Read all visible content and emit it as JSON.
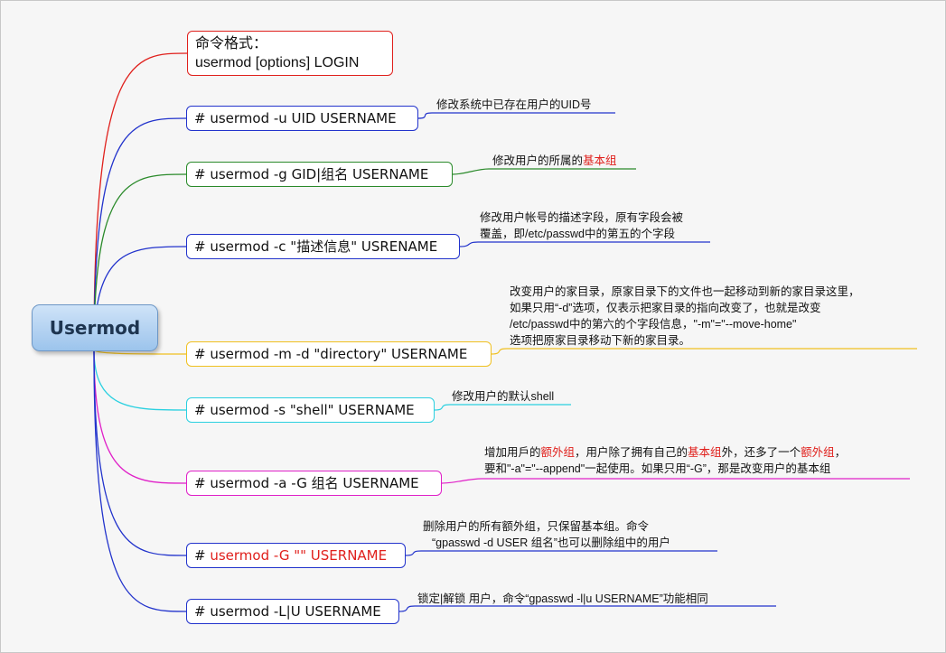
{
  "root": {
    "label": "Usermod"
  },
  "colors": {
    "red": "#e0201c",
    "blue": "#2233cc",
    "green": "#2a8a2a",
    "yellow": "#f0c020",
    "cyan": "#2ad0e0",
    "magenta": "#e020c8"
  },
  "format": {
    "line1": "命令格式：",
    "line2": "usermod [options] LOGIN"
  },
  "commands": [
    {
      "cmd": "# usermod -u UID USERNAME",
      "desc": [
        "修改系统中已存在用户的UID号"
      ]
    },
    {
      "cmd": "# usermod -g GID|组名 USERNAME",
      "desc_a": "修改用户的所属的",
      "desc_b": "基本组"
    },
    {
      "cmd": "# usermod -c \"描述信息\" USRENAME",
      "desc": [
        "修改用户帐号的描述字段，原有字段会被",
        "覆盖，即/etc/passwd中的第五的个字段"
      ]
    },
    {
      "cmd": "# usermod -m -d \"directory\" USERNAME",
      "desc": [
        "改变用户的家目录，原家目录下的文件也一起移动到新的家目录这里，",
        "如果只用“-d”选项，仅表示把家目录的指向改变了，也就是改变",
        "/etc/passwd中的第六的个字段信息，\"-m\"=\"--move-home\"",
        "选项把原家目录移动下新的家目录。"
      ]
    },
    {
      "cmd": "# usermod -s \"shell\" USERNAME",
      "desc": [
        "修改用户的默认shell"
      ]
    },
    {
      "cmd": "# usermod -a -G 组名 USERNAME",
      "desc_l1": [
        "增加用戶的",
        "额外组",
        "，用户除了拥有自己的",
        "基本组",
        "外，还多了一个",
        "额外组",
        "，"
      ],
      "desc_l2": "要和\"-a\"=\"--append\"一起使用。如果只用“-G”，那是改变用户的基本组"
    },
    {
      "cmd_prefix": "# ",
      "cmd_red": "usermod -G \"\" USERNAME",
      "desc": [
        "删除用户的所有额外组，只保留基本组。命令",
        "“gpasswd -d USER 组名”也可以删除组中的用户"
      ]
    },
    {
      "cmd": "# usermod -L|U USERNAME",
      "desc": [
        "锁定|解锁 用户，命令“gpasswd -l|u USERNAME”功能相同"
      ]
    }
  ]
}
